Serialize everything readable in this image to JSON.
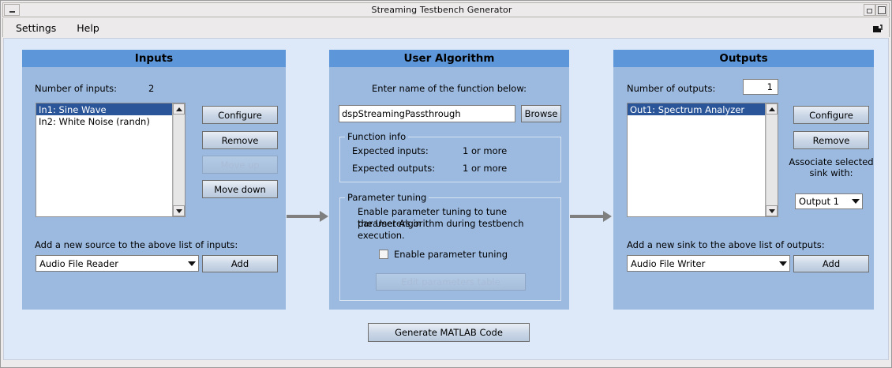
{
  "window": {
    "title": "Streaming Testbench Generator",
    "minimize_icon": "minimize-icon",
    "maximize_icon": "maximize-icon",
    "restore_icon": "restore-icon",
    "dock_icon": "dock-arrow-icon"
  },
  "menubar": {
    "items": [
      {
        "label": "Settings"
      },
      {
        "label": "Help"
      }
    ]
  },
  "colors": {
    "panel_header": "#5d97d9",
    "panel_body": "#9cbae0",
    "canvas": "#dde9f8",
    "selection": "#2a5699",
    "arrow": "#7f7f7f",
    "titlebar": "#eceaea"
  },
  "inputs_panel": {
    "title": "Inputs",
    "count_label": "Number of inputs:",
    "count_value": "2",
    "list": [
      {
        "label": "In1: Sine Wave",
        "selected": true
      },
      {
        "label": "In2: White Noise (randn)",
        "selected": false
      }
    ],
    "buttons": [
      {
        "label": "Configure",
        "enabled": true
      },
      {
        "label": "Remove",
        "enabled": true
      },
      {
        "label": "Move up",
        "enabled": false
      },
      {
        "label": "Move down",
        "enabled": true
      }
    ],
    "add_label": "Add a new source to the above list of inputs:",
    "source_combo_value": "Audio File Reader",
    "add_button": "Add"
  },
  "algorithm_panel": {
    "title": "User Algorithm",
    "function_prompt": "Enter name of the function below:",
    "function_name": "dspStreamingPassthrough",
    "browse_button": "Browse",
    "function_info": {
      "title": "Function info",
      "expected_inputs_label": "Expected inputs:",
      "expected_inputs_value": "1 or more",
      "expected_outputs_label": "Expected outputs:",
      "expected_outputs_value": "1 or more"
    },
    "parameter_tuning": {
      "title": "Parameter tuning",
      "description_line1": "Enable parameter tuning to tune parameters in",
      "description_line2": "the User Algorithm during testbench execution.",
      "checkbox_label": "Enable parameter tuning",
      "checkbox_checked": false,
      "edit_button": "Edit parameters table",
      "edit_button_enabled": false
    }
  },
  "outputs_panel": {
    "title": "Outputs",
    "count_label": "Number of outputs:",
    "count_value": "1",
    "list": [
      {
        "label": "Out1: Spectrum Analyzer",
        "selected": true
      }
    ],
    "buttons": [
      {
        "label": "Configure",
        "enabled": true
      },
      {
        "label": "Remove",
        "enabled": true
      }
    ],
    "associate_label_line1": "Associate selected",
    "associate_label_line2": "sink with:",
    "associate_combo_value": "Output 1",
    "add_label": "Add a new sink to the above list of outputs:",
    "sink_combo_value": "Audio File Writer",
    "add_button": "Add"
  },
  "footer": {
    "generate_button": "Generate MATLAB Code"
  }
}
